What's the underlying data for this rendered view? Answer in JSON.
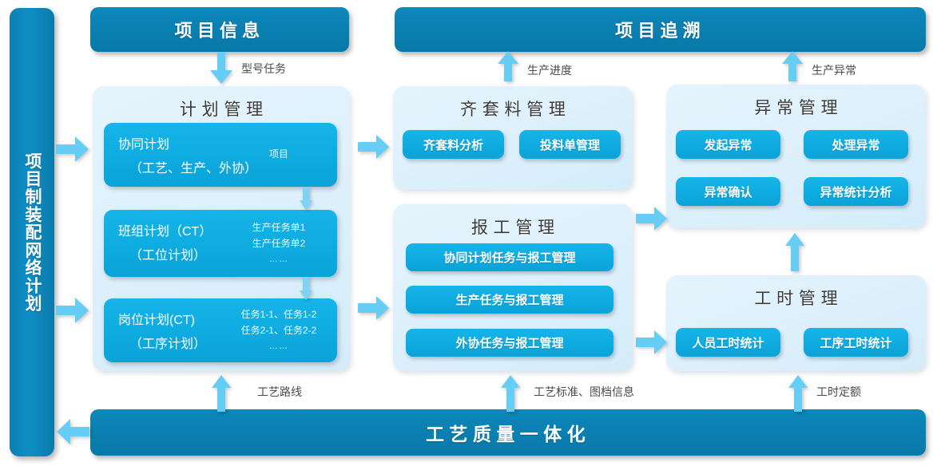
{
  "colors": {
    "dark_bar": "#0a7fb0",
    "button_blue": "#0fade2",
    "panel_bg": "#dcf0fb",
    "arrow_blue": "#66cdf4",
    "label_text": "#4a4a4a"
  },
  "sidebar": {
    "label": "项目制装配网络计划"
  },
  "headers": {
    "project_info": "项目信息",
    "project_trace": "项目追溯"
  },
  "footer": {
    "label": "工艺质量一体化"
  },
  "panels": {
    "plan": {
      "title": "计划管理",
      "cards": [
        {
          "line1": "协同计划",
          "line2": "（工艺、生产、外协）",
          "side": [
            "项目"
          ]
        },
        {
          "line1": "班组计划（CT）",
          "line2": "（工位计划）",
          "side": [
            "生产任务单1",
            "生产任务单2",
            "……"
          ]
        },
        {
          "line1": "岗位计划(CT)",
          "line2": "（工序计划）",
          "side": [
            "任务1-1、任务1-2",
            "任务2-1、任务2-2",
            "……"
          ]
        }
      ]
    },
    "material": {
      "title": "齐套料管理",
      "buttons": [
        "齐套料分析",
        "投料单管理"
      ]
    },
    "report": {
      "title": "报工管理",
      "buttons": [
        "协同计划任务与报工管理",
        "生产任务与报工管理",
        "外协任务与报工管理"
      ]
    },
    "exception": {
      "title": "异常管理",
      "buttons": [
        "发起异常",
        "处理异常",
        "异常确认",
        "异常统计分析"
      ]
    },
    "manhour": {
      "title": "工时管理",
      "buttons": [
        "人员工时统计",
        "工序工时统计"
      ]
    }
  },
  "flow_labels": {
    "model_task": "型号任务",
    "production_progress": "生产进度",
    "production_exception": "生产异常",
    "process_route": "工艺路线",
    "process_standard": "工艺标准、图档信息",
    "manhour_quota": "工时定额"
  }
}
